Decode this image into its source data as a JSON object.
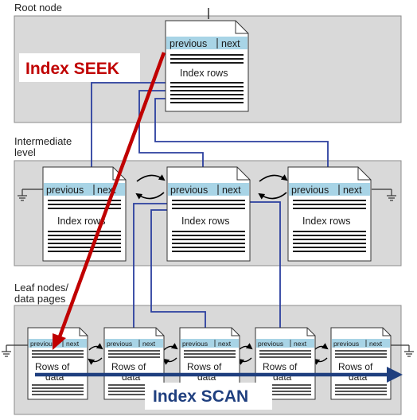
{
  "levels": {
    "root": "Root node",
    "intermediate_line1": "Intermediate",
    "intermediate_line2": "level",
    "leaf_line1": "Leaf nodes/",
    "leaf_line2": "data pages"
  },
  "page_header": {
    "previous": "previous",
    "next": "next"
  },
  "root_page": {
    "body": "Index rows"
  },
  "intermediate_pages": [
    {
      "body": "Index rows"
    },
    {
      "body": "Index rows"
    },
    {
      "body": "Index rows"
    }
  ],
  "leaf_pages": [
    {
      "line1": "Rows of",
      "line2": "data"
    },
    {
      "line1": "Rows of",
      "line2": "data"
    },
    {
      "line1": "Rows of",
      "line2": "data"
    },
    {
      "line1": "Rows of",
      "line2": "data"
    },
    {
      "line1": "Rows of",
      "line2": "data"
    }
  ],
  "callouts": {
    "seek": "Index SEEK",
    "scan": "Index SCAN"
  },
  "colors": {
    "band": "#d9d9d9",
    "band_border": "#8c8c8c",
    "header": "#a8d4e6",
    "link_arrow": "#2b3f9f",
    "seek_arrow": "#c00000",
    "scan_arrow": "#1f3f7f"
  }
}
